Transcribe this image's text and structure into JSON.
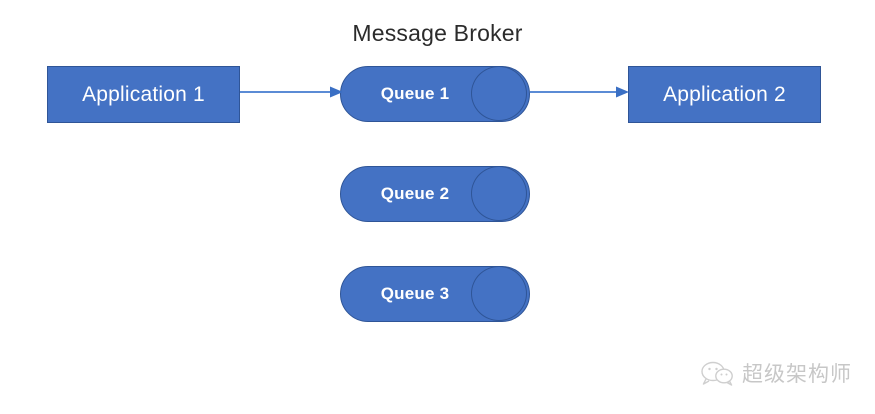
{
  "diagram": {
    "title": "Message Broker",
    "background_color": "#ffffff",
    "shape_fill": "#4472C4",
    "shape_border": "#2F5597",
    "connector_color": "#5B8BD5",
    "label_color": "#ffffff",
    "title_color": "#2b2b2b"
  },
  "nodes": {
    "application_1": {
      "label": "Application 1",
      "type": "rectangle"
    },
    "application_2": {
      "label": "Application 2",
      "type": "rectangle"
    },
    "queues": [
      {
        "label": "Queue 1",
        "type": "cylinder"
      },
      {
        "label": "Queue 2",
        "type": "cylinder"
      },
      {
        "label": "Queue 3",
        "type": "cylinder"
      }
    ]
  },
  "connectors": [
    {
      "from": "Application 1",
      "to": "Queue 1",
      "style": "arrow-right"
    },
    {
      "from": "Queue 1",
      "to": "Application 2",
      "style": "arrow-right"
    }
  ],
  "watermark": {
    "text": "超级架构师",
    "icon": "wechat-icon",
    "color": "#9a9a9a"
  }
}
